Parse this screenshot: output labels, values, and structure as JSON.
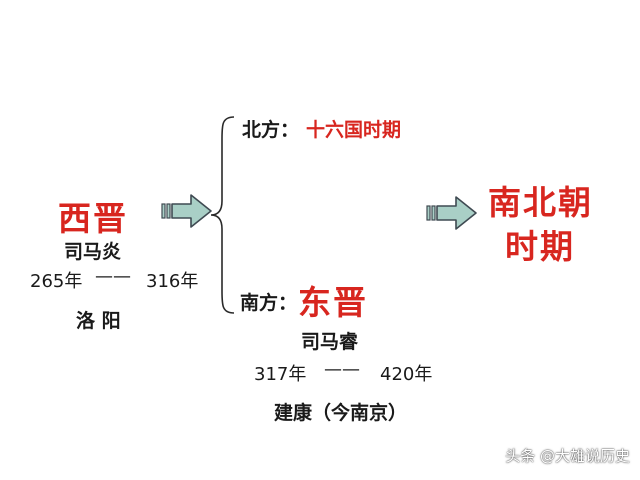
{
  "west_jin": {
    "title": "西晋",
    "founder": "司马炎",
    "year_start": "265年",
    "dash": "——",
    "year_end": "316年",
    "capital": "洛 阳"
  },
  "north": {
    "label": "北方：",
    "value": "十六国时期"
  },
  "south": {
    "label": "南方：",
    "title": "东晋",
    "founder": "司马睿",
    "year_start": "317年",
    "dash": "——",
    "year_end": "420年",
    "capital": "建康（今南京）"
  },
  "result": {
    "line1": "南北朝",
    "line2": "时期"
  },
  "watermark": "头条 @大雄说历史",
  "icons": {
    "arrow_left": "arrow-right-icon",
    "arrow_right": "arrow-right-icon",
    "brace": "curly-brace"
  },
  "colors": {
    "accent_red": "#d8261f",
    "arrow_fill": "#a9cfc6",
    "arrow_stroke": "#3f4a52"
  }
}
